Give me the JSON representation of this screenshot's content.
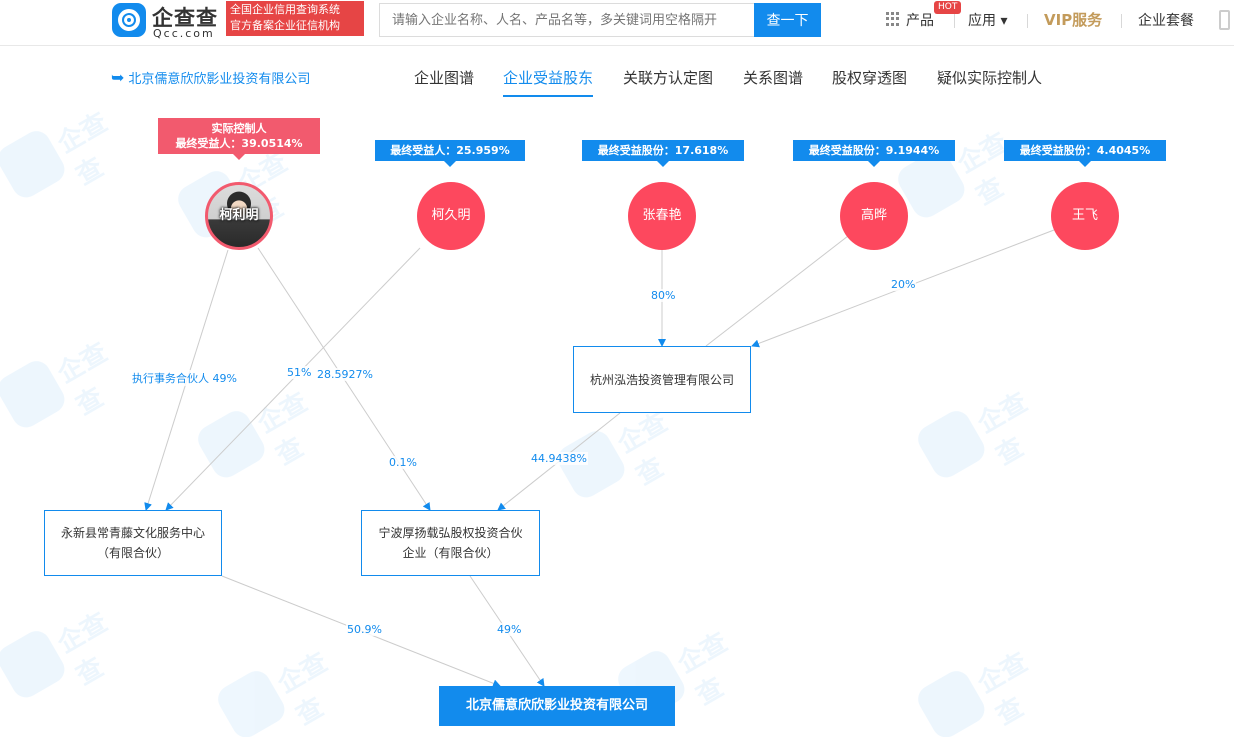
{
  "header": {
    "logo_name": "企查查",
    "logo_domain": "Qcc.com",
    "badge_line1": "全国企业信用查询系统",
    "badge_line2": "官方备案企业征信机构",
    "search_placeholder": "请输入企业名称、人名、产品名等，多关键词用空格隔开",
    "search_button": "查一下",
    "nav": {
      "product": "产品",
      "hot": "HOT",
      "app": "应用 ▾",
      "vip": "VIP服务",
      "package": "企业套餐"
    }
  },
  "subnav": {
    "back_label": "北京儒意欣欣影业投资有限公司",
    "tabs": [
      "企业图谱",
      "企业受益股东",
      "关联方认定图",
      "关系图谱",
      "股权穿透图",
      "疑似实际控制人"
    ],
    "active_tab": "企业受益股东"
  },
  "graph": {
    "persons": [
      {
        "name": "柯利明",
        "tag_line1": "实际控制人",
        "tag_line2": "最终受益人：39.0514%",
        "style": "red",
        "photo": true
      },
      {
        "name": "柯久明",
        "tag_line1": "最终受益人：25.959%",
        "style": "blue"
      },
      {
        "name": "张春艳",
        "tag_line1": "最终受益股份：17.618%",
        "style": "blue"
      },
      {
        "name": "高晔",
        "tag_line1": "最终受益股份：9.1944%",
        "style": "blue"
      },
      {
        "name": "王飞",
        "tag_line1": "最终受益股份：4.4045%",
        "style": "blue"
      }
    ],
    "companies": {
      "hangzhou": "杭州泓浩投资管理有限公司",
      "yongxin_line1": "永新县常青藤文化服务中心",
      "yongxin_line2": "（有限合伙）",
      "ningbo_line1": "宁波厚扬载弘股权投资合伙",
      "ningbo_line2": "企业（有限合伙）",
      "target": "北京儒意欣欣影业投资有限公司"
    },
    "edge_labels": {
      "zhang_hangzhou": "80%",
      "wang_hangzhou": "20%",
      "ke_yongxin": "执行事务合伙人 49%",
      "kejiu_yongxin": "51%",
      "ke_ningbo": "28.5927%",
      "ke_ningbo_small": "0.1%",
      "hangzhou_ningbo": "44.9438%",
      "yongxin_target": "50.9%",
      "ningbo_target": "49%"
    }
  }
}
